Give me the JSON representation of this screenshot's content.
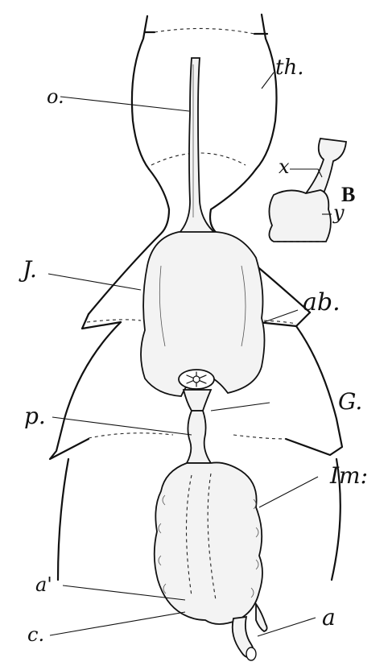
{
  "figure": {
    "labels": {
      "th": "th.",
      "o": "o.",
      "B": "B",
      "x": "x",
      "y": "y",
      "J": "J.",
      "ab": "ab.",
      "G": "G.",
      "p": "p.",
      "Im": "Im:",
      "a_prime": "a'",
      "a": "a",
      "c": "c."
    }
  }
}
